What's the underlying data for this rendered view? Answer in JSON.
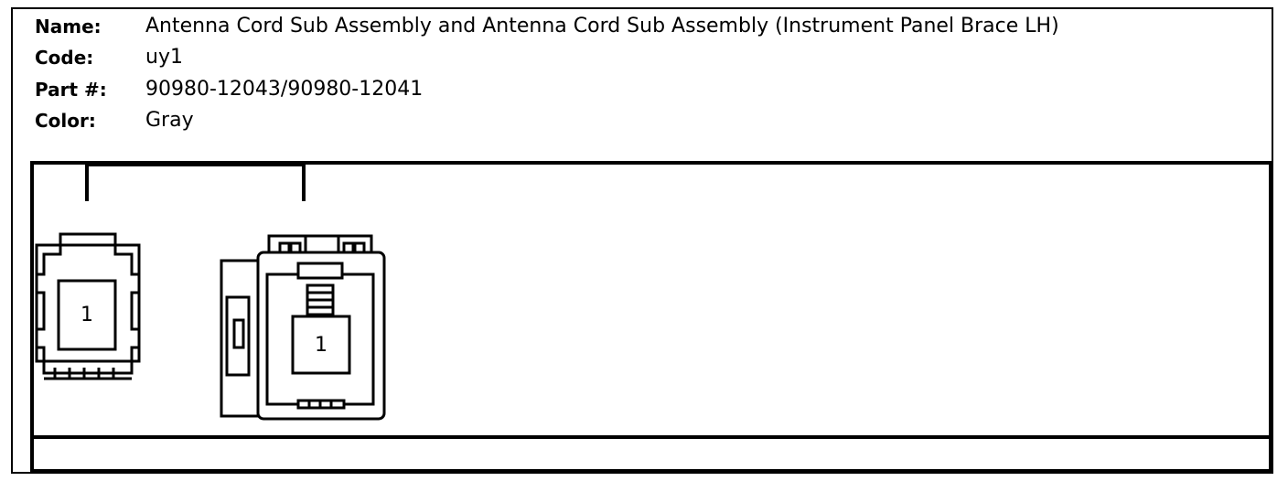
{
  "header": {
    "name_label": "Name:",
    "name_value": "Antenna Cord Sub Assembly and Antenna Cord Sub Assembly (Instrument Panel Brace LH)",
    "code_label": "Code:",
    "code_value": "uy1",
    "part_label": "Part #:",
    "part_value": "90980-12043/90980-12041",
    "color_label": "Color:",
    "color_value": "Gray"
  },
  "connectors": [
    {
      "pin": "1"
    },
    {
      "pin": "1"
    }
  ]
}
